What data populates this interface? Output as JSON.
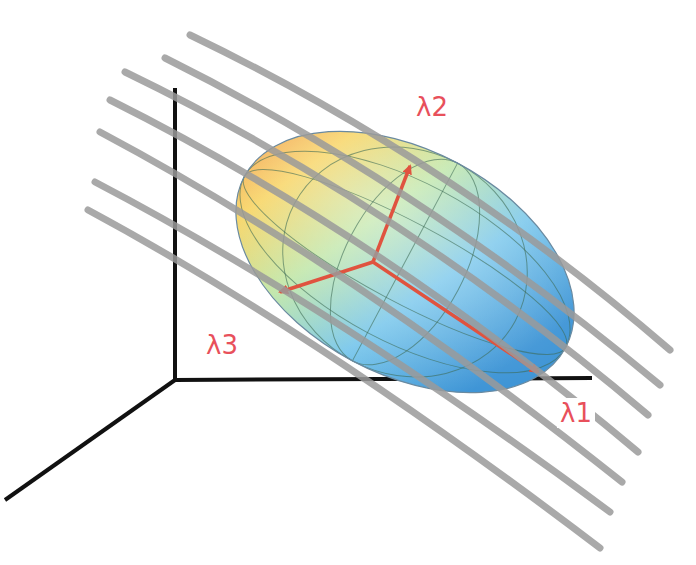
{
  "diagram": {
    "labels": [
      "λ2",
      "λ3",
      "λ1"
    ]
  }
}
